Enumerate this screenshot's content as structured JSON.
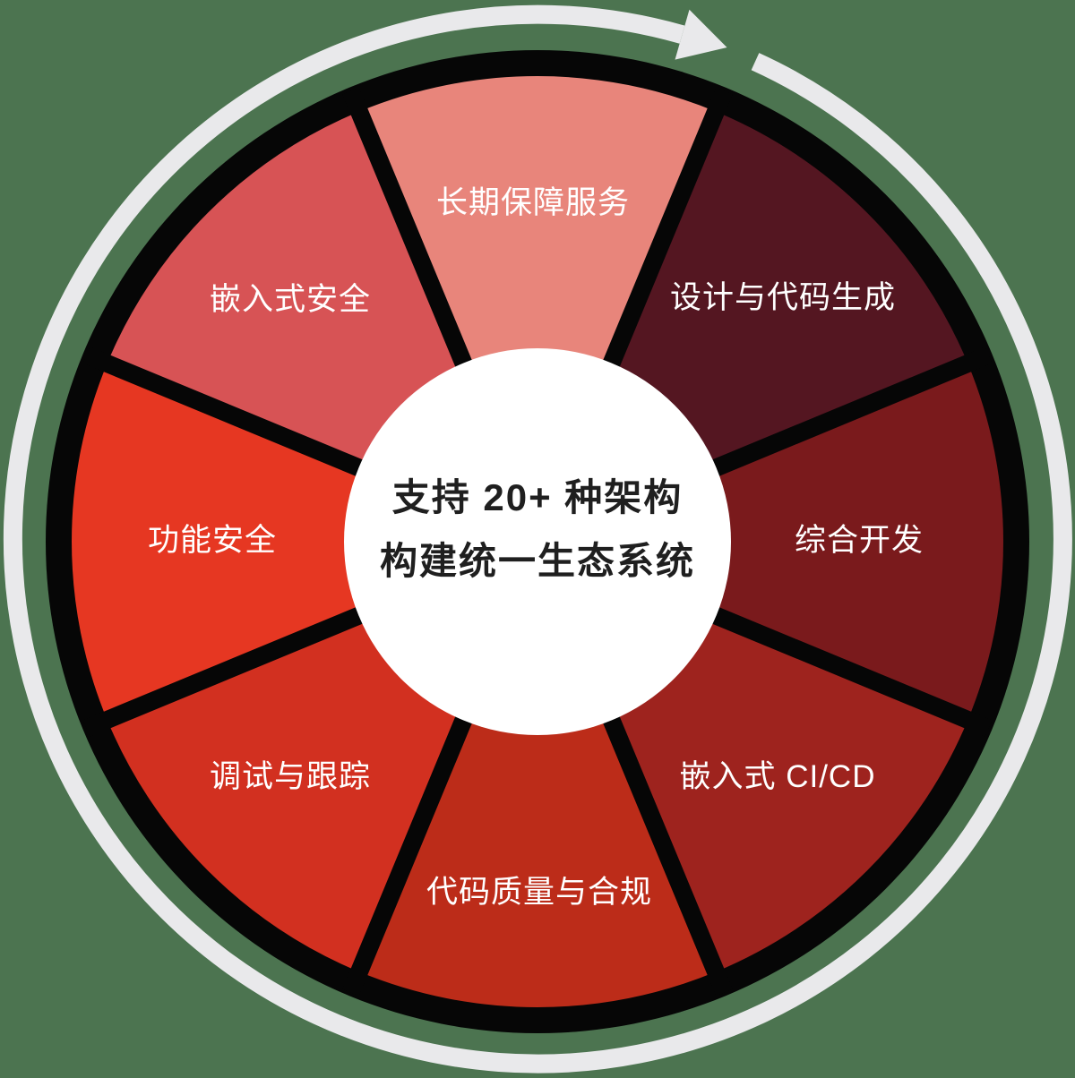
{
  "background_color": "#4C7450",
  "cycle_ring": {
    "color": "#E9E9EB",
    "direction": "clockwise"
  },
  "wheel": {
    "disk_color": "#060606",
    "gap_color": "#060606",
    "label_color": "#FFFFFF",
    "center": {
      "line1": "支持 20+ 种架构",
      "line2": "构建统一生态系统",
      "bg_color": "#FFFFFF",
      "text_color": "#1F1F1F"
    },
    "segments": [
      {
        "id": "long-term-support-service",
        "label": "长期保障服务",
        "color": "#E8857B",
        "position": "top"
      },
      {
        "id": "design-and-code-generation",
        "label": "设计与代码生成",
        "color": "#541621",
        "position": "top-right"
      },
      {
        "id": "integrated-development",
        "label": "综合开发",
        "color": "#7A1A1C",
        "position": "right"
      },
      {
        "id": "embedded-ci-cd",
        "label": "嵌入式 CI/CD",
        "color": "#9E231E",
        "position": "bottom-right"
      },
      {
        "id": "code-quality-and-compliance",
        "label": "代码质量与合规",
        "color": "#BC2C19",
        "position": "bottom"
      },
      {
        "id": "debug-and-trace",
        "label": "调试与跟踪",
        "color": "#D23020",
        "position": "bottom-left"
      },
      {
        "id": "functional-safety",
        "label": "功能安全",
        "color": "#E63722",
        "position": "left"
      },
      {
        "id": "embedded-security",
        "label": "嵌入式安全",
        "color": "#D75355",
        "position": "top-left"
      }
    ]
  }
}
